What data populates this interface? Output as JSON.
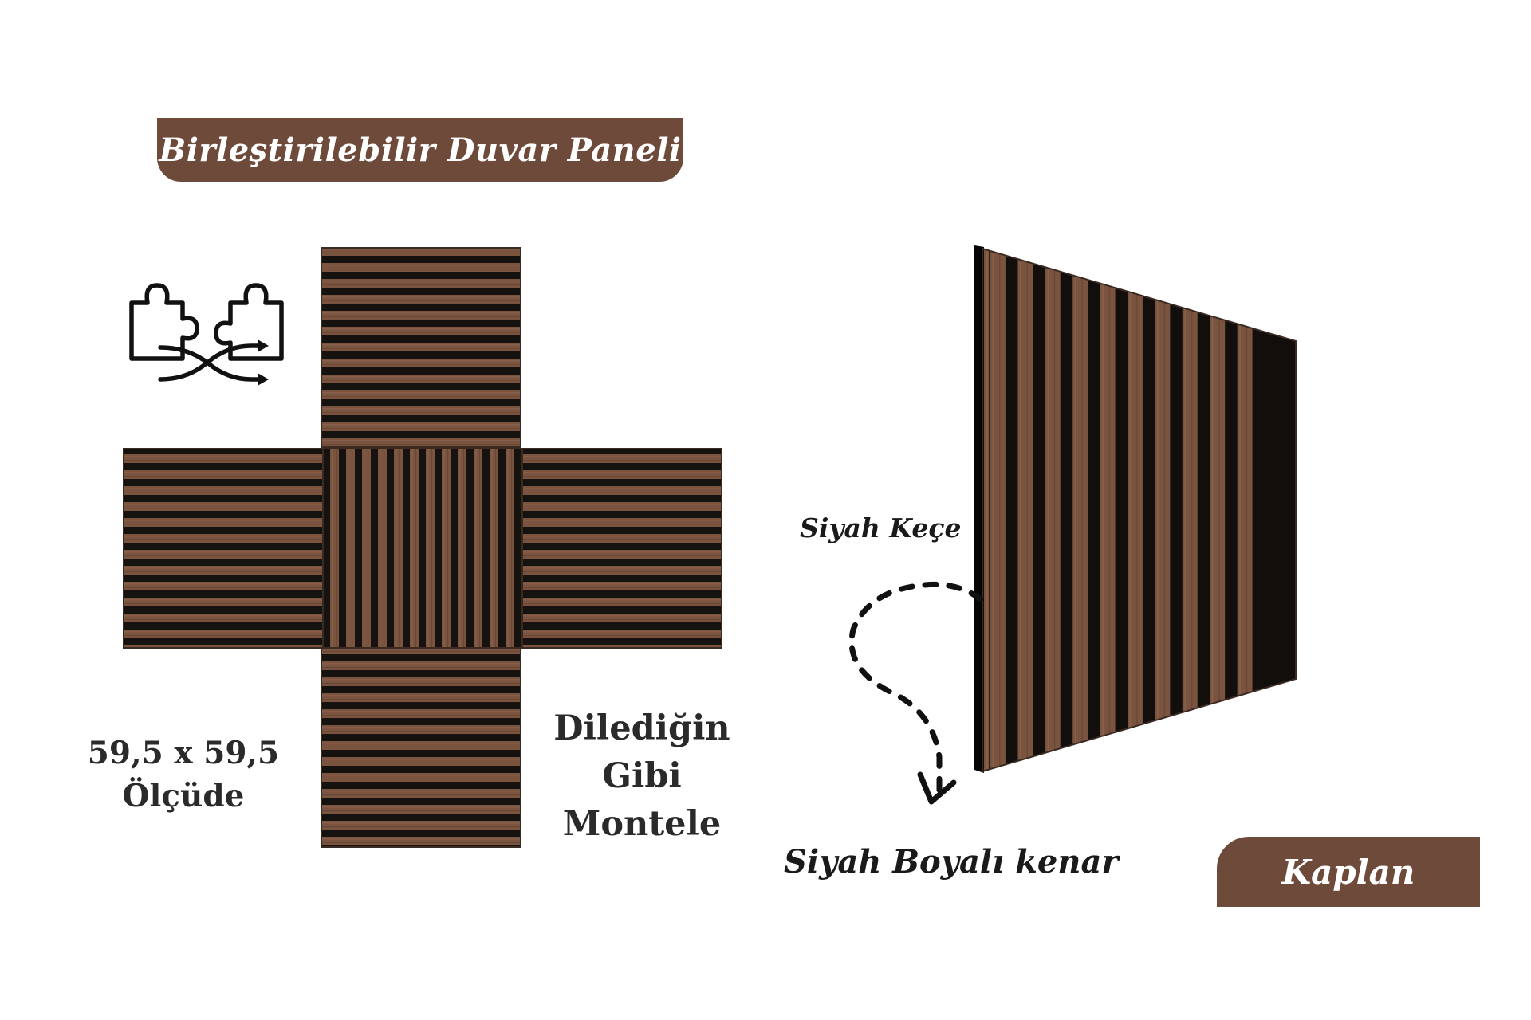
{
  "header": {
    "title": "Birleştirilebilir Duvar Paneli"
  },
  "features": {
    "size_line1": "59,5 x 59,5",
    "size_line2": "Ölçüde",
    "mount_line1": "Dilediğin",
    "mount_line2": "Gibi",
    "mount_line3": "Montele"
  },
  "panel_detail": {
    "felt_label": "Siyah Keçe",
    "edge_label": "Siyah Boyalı kenar"
  },
  "badge": {
    "label": "Kaplan"
  },
  "icons": {
    "puzzle": "puzzle-pieces-icon",
    "arrow": "dashed-curved-arrow-icon"
  },
  "colors": {
    "brand_brown": "#6e4a3a",
    "wood_slat": "#7a543f",
    "felt_black": "#161210"
  }
}
